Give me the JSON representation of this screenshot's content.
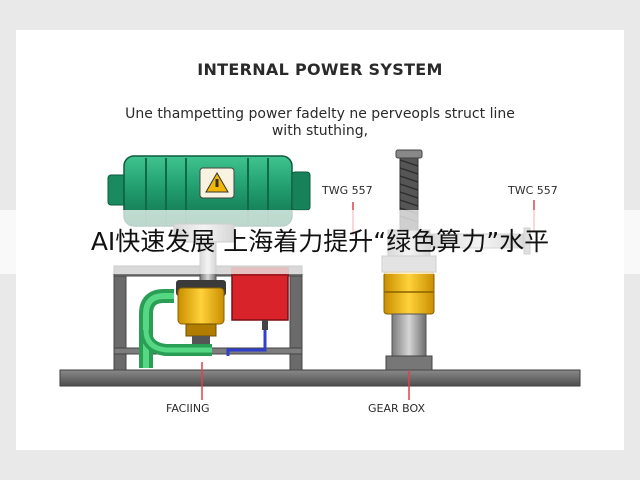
{
  "title": "INTERNAL POWER SYSTEM",
  "subtitle_lines": [
    "Une thampetting power fadelty ne perveopls struct line",
    "with stuthing,"
  ],
  "labels": {
    "twg": "TWG 557",
    "twc": "TWC 557",
    "facing": "FACIING",
    "gearbox": "GEAR BOX"
  },
  "banner": "AI快速发展 上海着力提升“绿色算力”水平",
  "icons": {
    "motor_badge": "warning-triangle-icon"
  },
  "colors": {
    "motor": "#1f9a6c",
    "yellow_component": "#f2b705",
    "red_box": "#d8232a",
    "green_pipe": "#3cc36a",
    "blue_wire": "#2f3fd0",
    "pointer_red": "#e0404a",
    "frame": "#6b6b6b"
  }
}
